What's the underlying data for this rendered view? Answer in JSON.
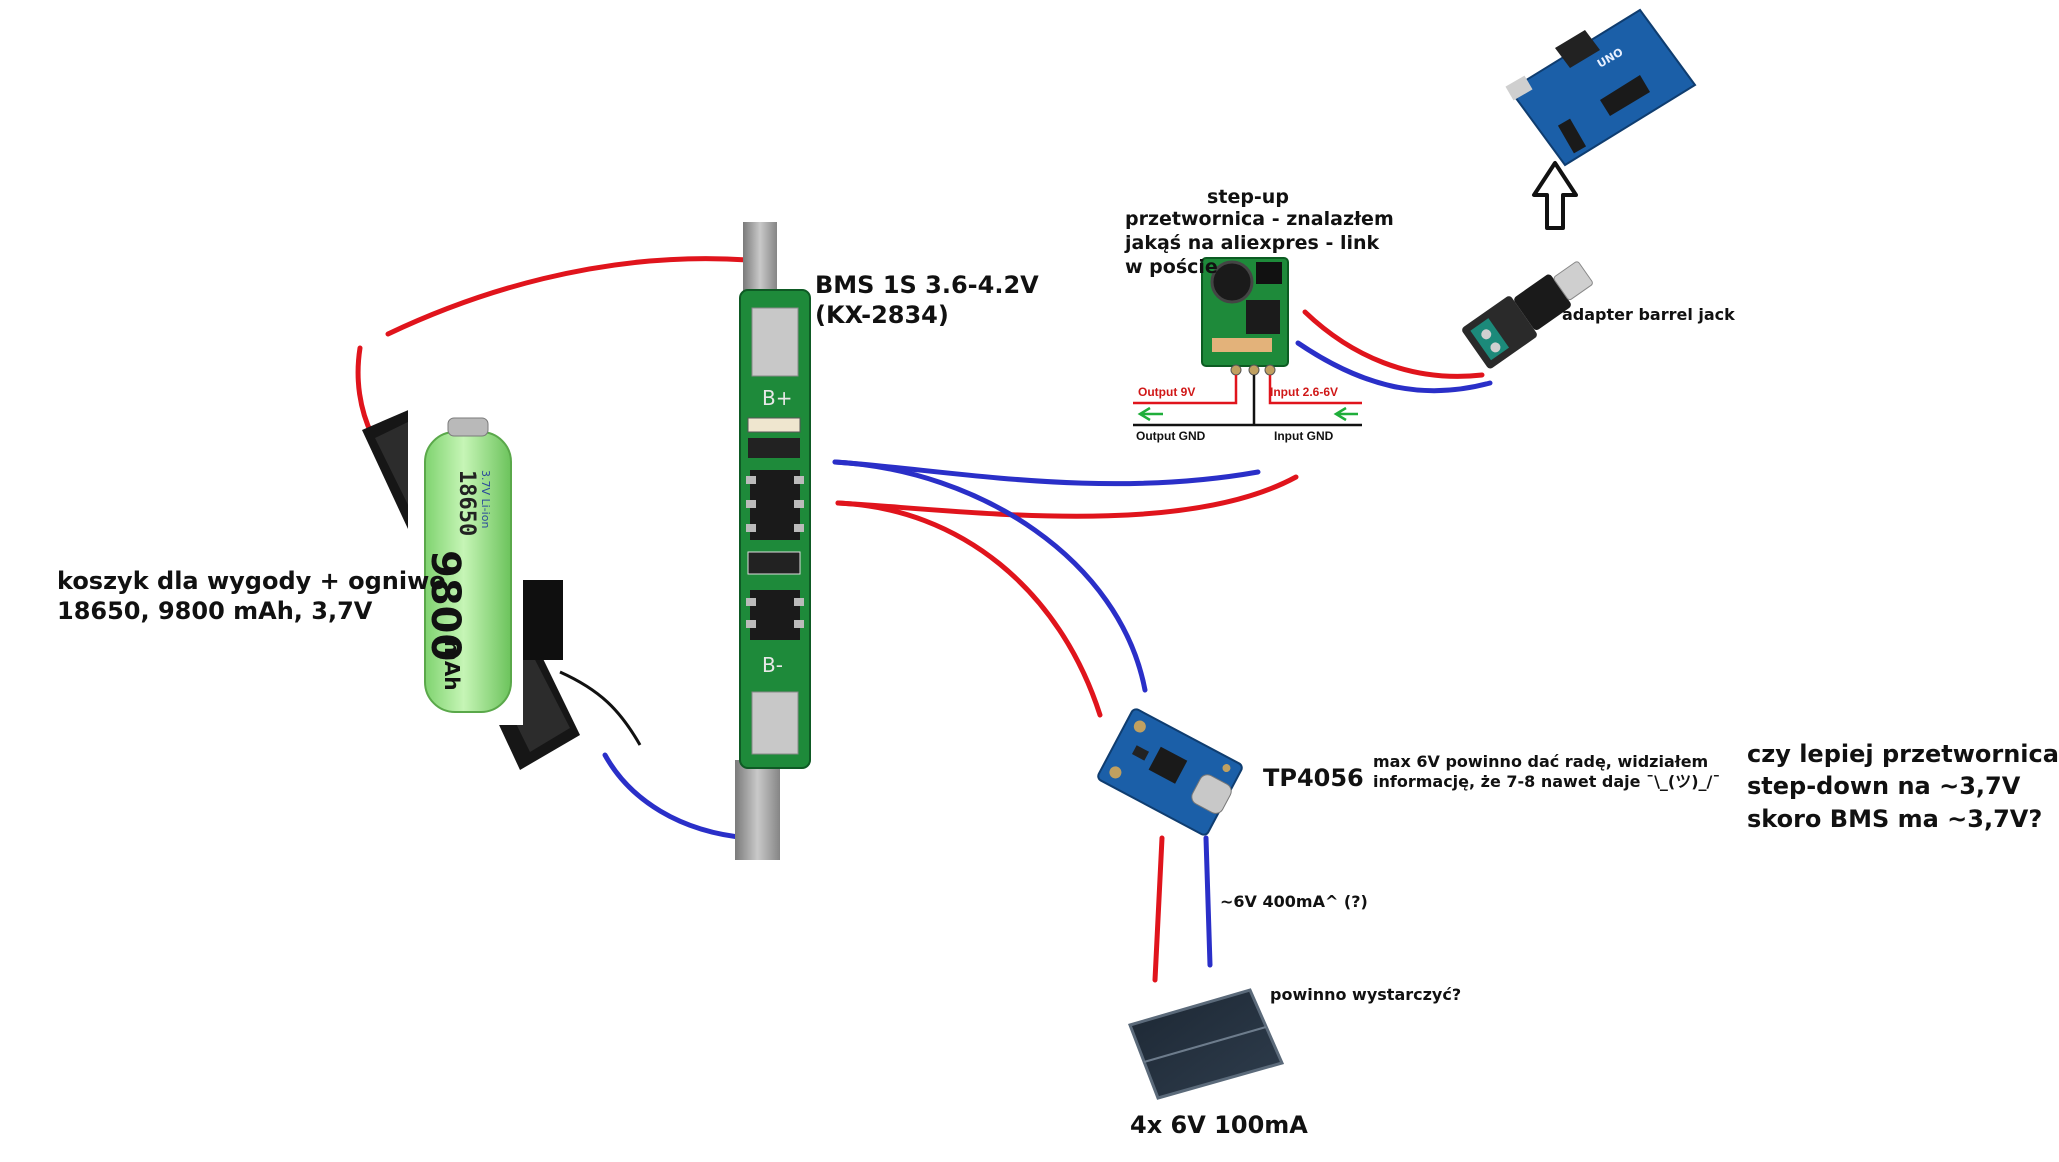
{
  "labels": {
    "battery_basket_line1": "koszyk dla wygody + ogniwo",
    "battery_basket_line2": "18650, 9800 mAh, 3,7V",
    "bms_line1": "BMS 1S 3.6-4.2V",
    "bms_line2": "(KX-2834)",
    "stepup_line1": "step-up",
    "stepup_line2": "przetwornica - znalazłem",
    "stepup_line3": "jakąś na aliexpres - link",
    "stepup_line4": "w poście",
    "stepup_output": "Output 9V",
    "stepup_input": "Input 2.6-6V",
    "stepup_output_gnd": "Output GND",
    "stepup_input_gnd": "Input GND",
    "barrel_jack": "adapter barrel jack",
    "tp4056": "TP4056",
    "tp4056_note_line1": "max 6V powinno dać radę, widziałem",
    "tp4056_note_line2": "informację, że 7-8 nawet daje ¯\\_(ツ)_/¯",
    "question_line1": "czy lepiej przetwornica",
    "question_line2": "step-down na ~3,7V",
    "question_line3": "skoro BMS ma ~3,7V?",
    "solar_current": "~6V 400mA^ (?)",
    "enough": "powinno wystarczyć?",
    "solar_panel": "4x 6V 100mA"
  },
  "battery": {
    "model": "18650",
    "capacity": "9800",
    "unit": "mAh",
    "chem": "3.7V Li-ion"
  },
  "bms_marks": {
    "plus": "B+",
    "minus": "B-"
  },
  "arduino_mark": "UNO",
  "colors": {
    "wire_red": "#e0141c",
    "wire_blue": "#2a2fc8",
    "pcb_green": "#1e8a3a",
    "pcb_blue": "#1b5fa8",
    "nickel": "#9a9a9a",
    "battery_green": "#9fe38f"
  }
}
